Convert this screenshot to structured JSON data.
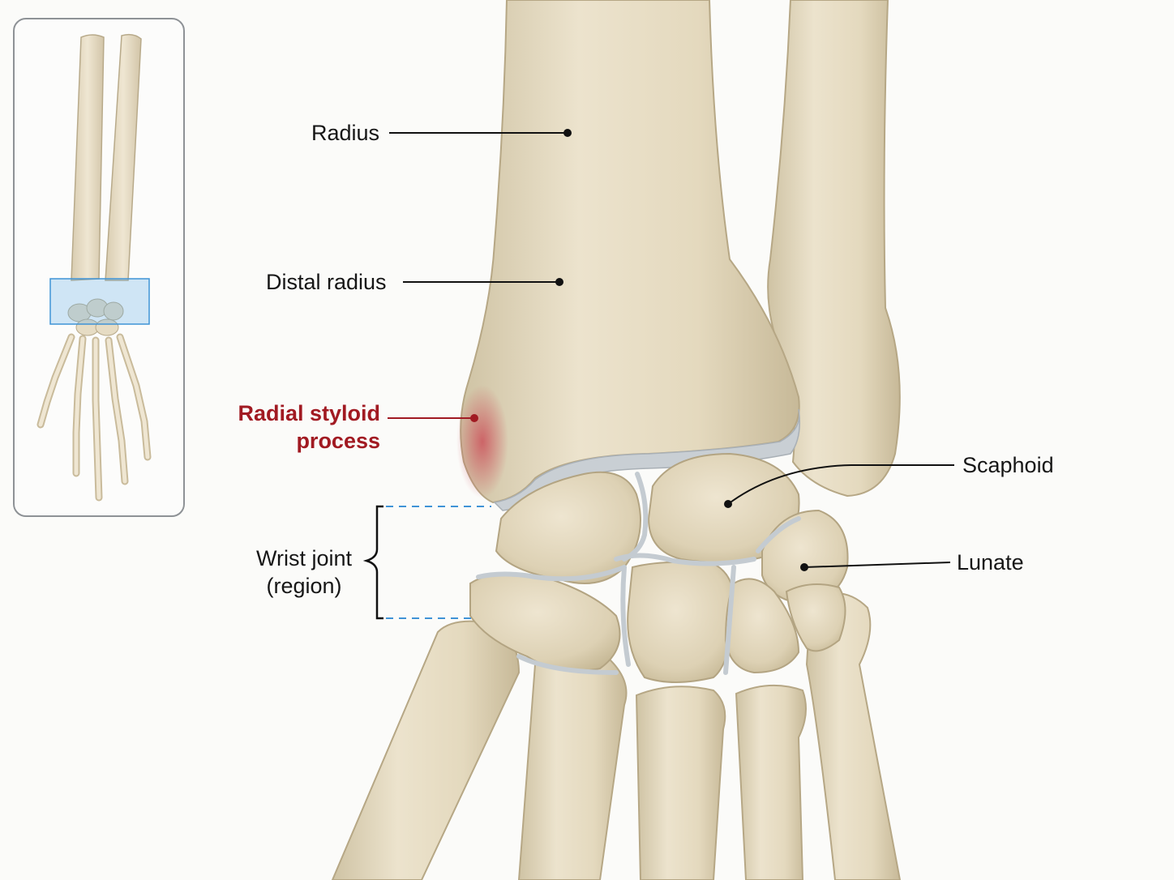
{
  "labels": {
    "radius": "Radius",
    "distal_radius": "Distal radius",
    "radial_styloid_line1": "Radial styloid",
    "radial_styloid_line2": "process",
    "scaphoid": "Scaphoid",
    "lunate": "Lunate",
    "wrist_joint_line1": "Wrist joint",
    "wrist_joint_line2": "(region)"
  },
  "colors": {
    "bone": "#e7dcc3",
    "bone_shade": "#cfc2a3",
    "cartilage": "#c9cfd4",
    "highlight": "#a11a22",
    "inset_box": "#5aa9e6",
    "leader": "#111111"
  },
  "icons": {
    "overview_inset": "forearm-hand-skeleton-overview",
    "bracket": "curly-brace-bracket"
  }
}
